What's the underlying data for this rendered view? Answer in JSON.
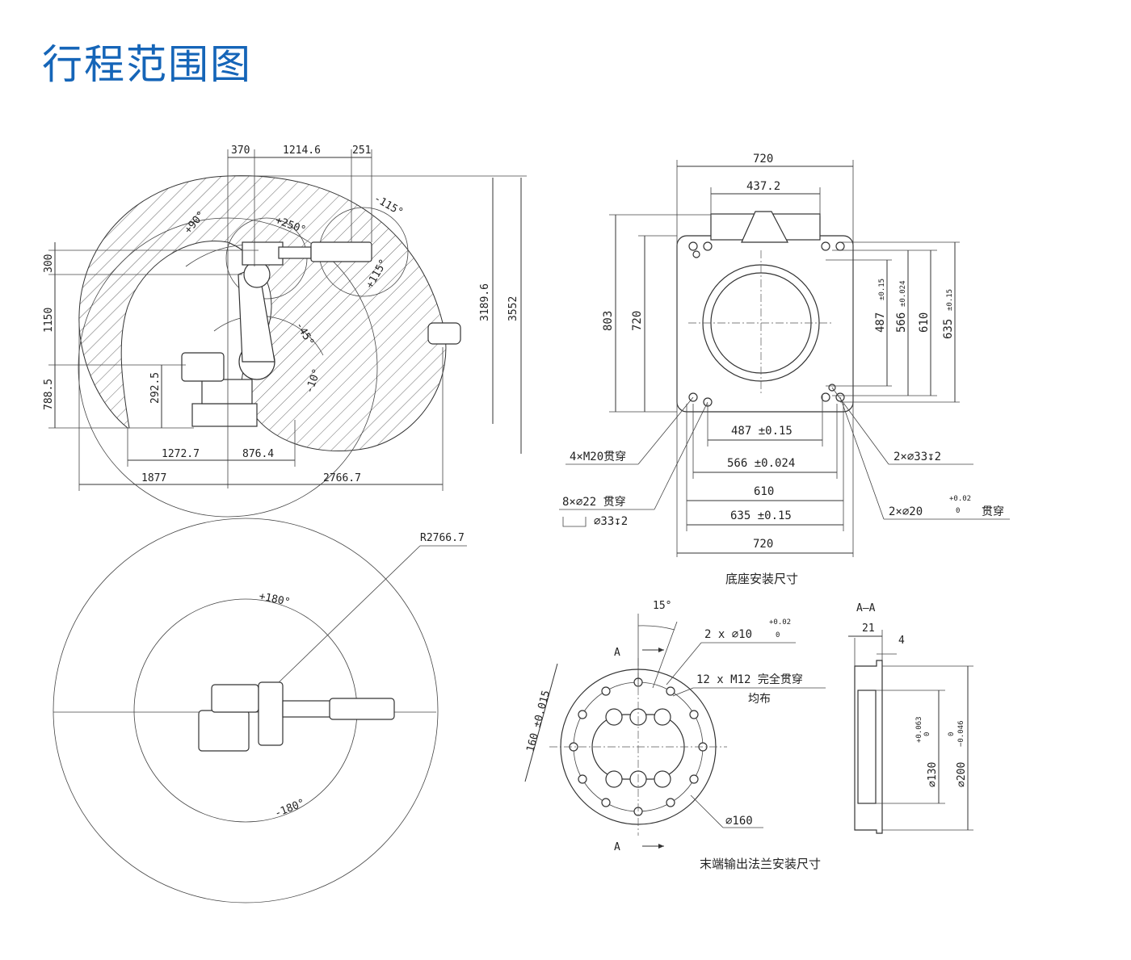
{
  "page": {
    "title": "行程范围图"
  },
  "side_view": {
    "dims_top": [
      "370",
      "1214.6",
      "251"
    ],
    "dims_left": [
      "300",
      "1150",
      "788.5"
    ],
    "dim_inner": "292.5",
    "dims_right": [
      "3189.6",
      "3552"
    ],
    "dims_bottom1": [
      "1272.7",
      "876.4"
    ],
    "dims_bottom2": [
      "1877",
      "2766.7"
    ],
    "angles": [
      "+90°",
      "+250°",
      "-115°",
      "+115°",
      "-45°",
      "-10°"
    ]
  },
  "top_view": {
    "radius": "R2766.7",
    "angle_pos": "+180°",
    "angle_neg": "-180°"
  },
  "base": {
    "caption": "底座安装尺寸",
    "top_dims": [
      "720",
      "437.2"
    ],
    "left_dims": [
      "803",
      "720"
    ],
    "right_dims": [
      "487",
      "±0.15",
      "566",
      "±0.024",
      "610",
      "635",
      "±0.15"
    ],
    "bottom_dims": [
      "487 ±0.15",
      "566 ±0.024",
      "610",
      "635 ±0.15",
      "720"
    ],
    "note_m20": "4×M20贯穿",
    "note_22_a": "8×∅22 贯穿",
    "note_22_b": "∅33↧2",
    "note_33": "2×∅33↧2",
    "note_20_main": "2×∅20",
    "note_20_tol_up": "+0.02",
    "note_20_tol_low": "0",
    "note_20_suffix": "贯穿"
  },
  "flange": {
    "caption": "末端输出法兰安装尺寸",
    "angle": "15°",
    "section_mark": "A",
    "note_pin_main": "2 x ∅10",
    "note_pin_tol_up": "+0.02",
    "note_pin_tol_low": "0",
    "note_m12": "12 x M12 完全贯穿",
    "note_m12_b": "均布",
    "pcd": "160 ±0.015",
    "dia": "∅160"
  },
  "section": {
    "title": "A—A",
    "dim_21": "21",
    "dim_4": "4",
    "d130": "∅130",
    "d130_tol_up": "+0.063",
    "d130_tol_low": "0",
    "d200": "∅200",
    "d200_tol_up": "0",
    "d200_tol_low": "−0.046"
  },
  "colors": {
    "title": "#1565b8",
    "line": "#333333"
  }
}
